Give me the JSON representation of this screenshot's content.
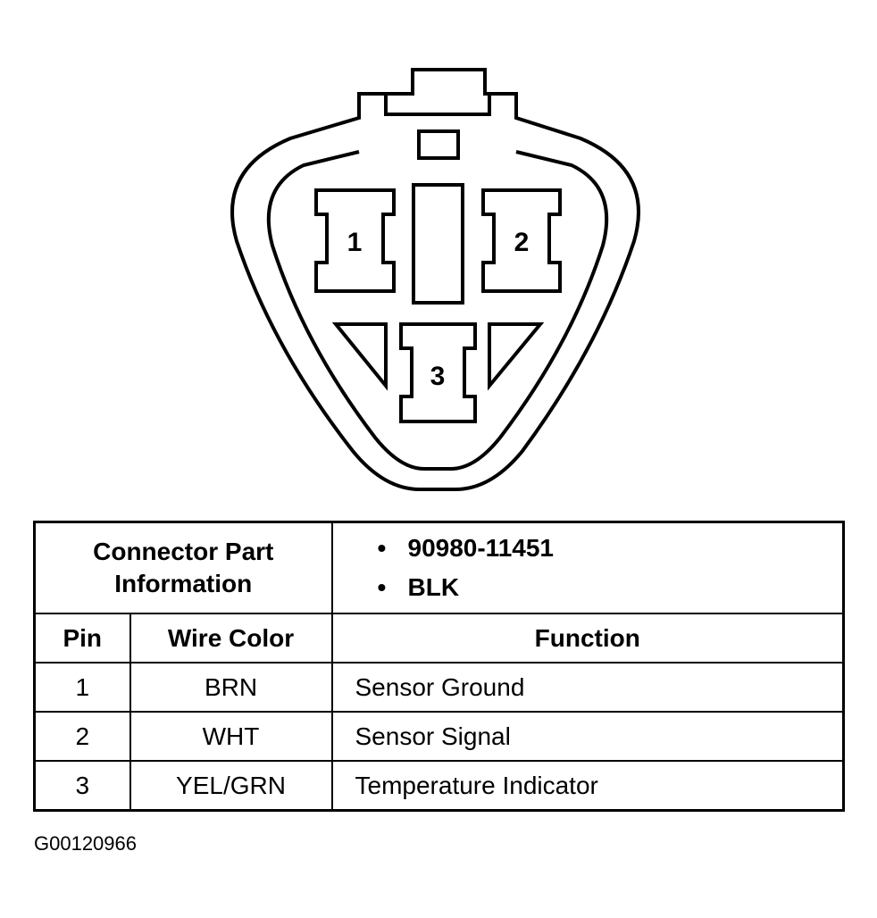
{
  "connector": {
    "pins": [
      {
        "number": "1"
      },
      {
        "number": "2"
      },
      {
        "number": "3"
      }
    ]
  },
  "table": {
    "part_info_label_line1": "Connector Part",
    "part_info_label_line2": "Information",
    "part_info_values": [
      "90980-11451",
      "BLK"
    ],
    "headers": {
      "pin": "Pin",
      "wire_color": "Wire Color",
      "function": "Function"
    },
    "rows": [
      {
        "pin": "1",
        "wire_color": "BRN",
        "function": "Sensor Ground"
      },
      {
        "pin": "2",
        "wire_color": "WHT",
        "function": "Sensor Signal"
      },
      {
        "pin": "3",
        "wire_color": "YEL/GRN",
        "function": "Temperature Indicator"
      }
    ]
  },
  "figure_id": "G00120966"
}
